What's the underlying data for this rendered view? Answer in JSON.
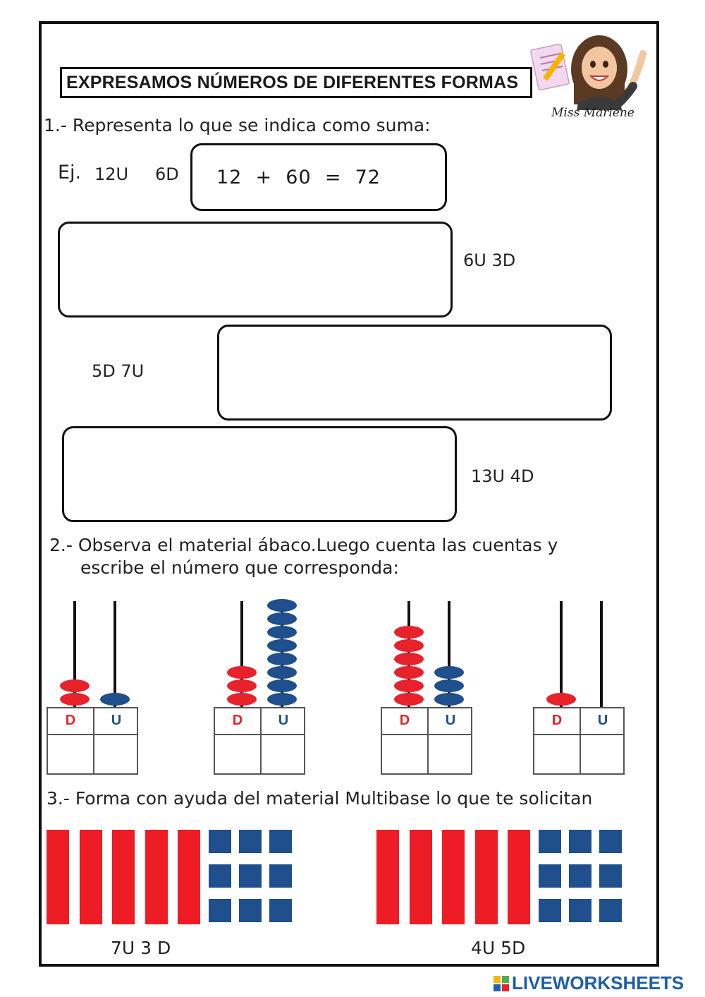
{
  "title": "EXPRESAMOS NÚMEROS DE DIFERENTES FORMAS",
  "teacher_name": "Miss Marlene",
  "section1": {
    "heading": "1.- Representa lo que se indica como suma:",
    "example": {
      "prefix": "Ej.",
      "units": "12U",
      "tens": "6D",
      "answer": "12  +  60  =  72"
    },
    "items": [
      {
        "label": "6U   3D"
      },
      {
        "label": "5D   7U"
      },
      {
        "label": "13U    4D"
      }
    ]
  },
  "section2": {
    "heading_line1": "2.- Observa el material ábaco.Luego cuenta las cuentas y",
    "heading_line2": "escribe el número que corresponda:",
    "abacus": [
      {
        "tens_beads": 2,
        "units_beads": 1,
        "d_label": "D",
        "u_label": "U"
      },
      {
        "tens_beads": 3,
        "units_beads": 8,
        "d_label": "D",
        "u_label": "U"
      },
      {
        "tens_beads": 6,
        "units_beads": 3,
        "d_label": "D",
        "u_label": "U"
      },
      {
        "tens_beads": 1,
        "units_beads": 0,
        "d_label": "D",
        "u_label": "U"
      }
    ]
  },
  "section3": {
    "heading": "3.- Forma con ayuda del material Multibase lo que te solicitan",
    "groups": [
      {
        "label": "7U   3 D",
        "tens_bars": 5,
        "unit_squares": 9
      },
      {
        "label": "4U     5D",
        "tens_bars": 5,
        "unit_squares": 9
      }
    ]
  },
  "footer": {
    "brand": "LIVEWORKSHEETS"
  },
  "colors": {
    "red": "#e8222b",
    "blue": "#1f4f8c",
    "bar_red": "#ee1c24",
    "brand_blue": "#1f5fa8"
  }
}
